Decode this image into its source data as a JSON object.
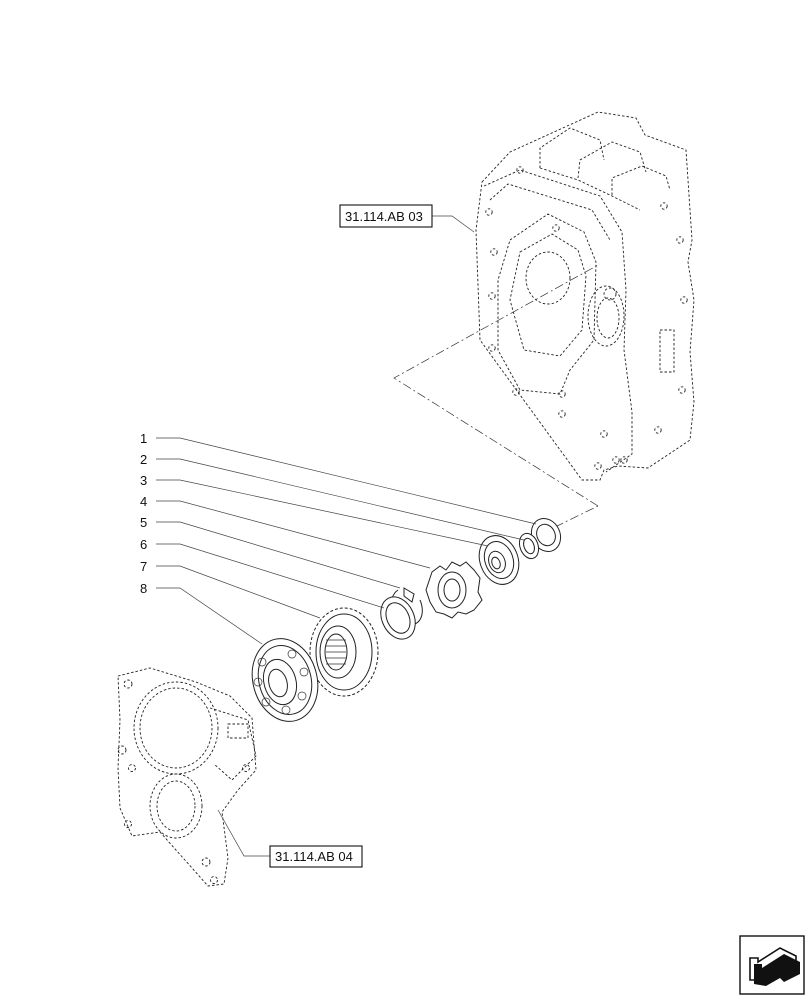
{
  "references": {
    "upper_housing": "31.114.AB 03",
    "lower_cover": "31.114.AB 04"
  },
  "callouts": [
    "1",
    "2",
    "3",
    "4",
    "5",
    "6",
    "7",
    "8"
  ],
  "nav_icon": "next-page-arrow-icon"
}
